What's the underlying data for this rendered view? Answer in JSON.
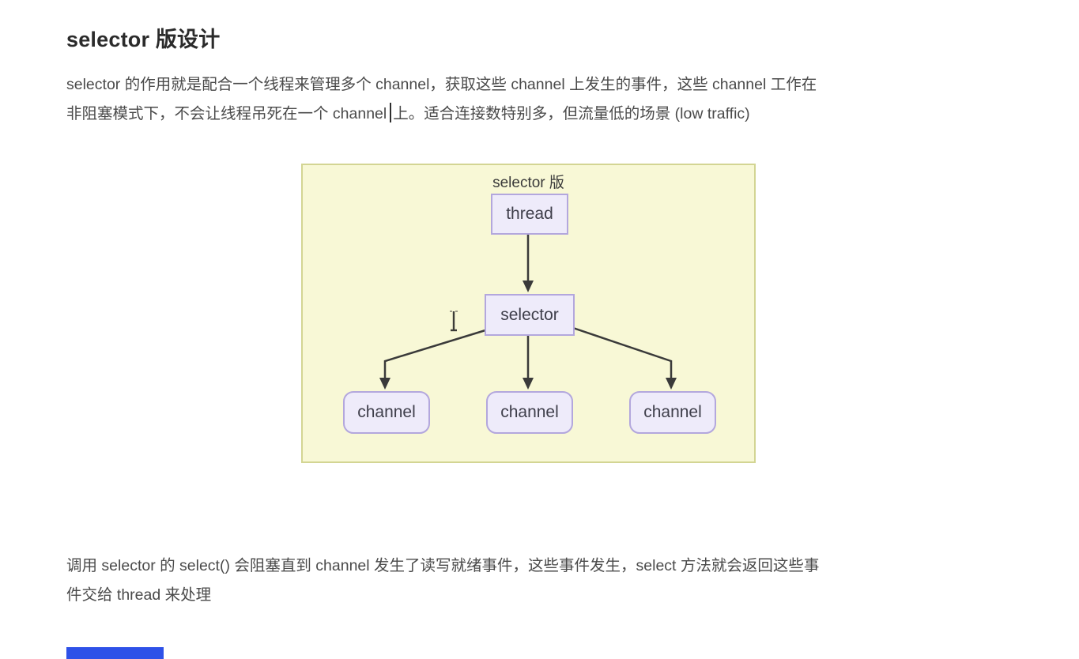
{
  "page": {
    "title": "selector 版设计",
    "paragraph1": {
      "line1": "selector 的作用就是配合一个线程来管理多个 channel，获取这些 channel 上发生的事件，这些 channel 工作在",
      "line2_before_caret": "非阻塞模式下，不会让线程吊死在一个 channel",
      "line2_after_caret": "上。适合连接数特别多，但流量低的场景 (low traffic)"
    },
    "paragraph2": {
      "line1": "调用 selector 的 select() 会阻塞直到 channel 发生了读写就绪事件，这些事件发生，select 方法就会返回这些事",
      "line2": "件交给 thread 来处理"
    }
  },
  "diagram": {
    "title": "selector 版",
    "thread_label": "thread",
    "selector_label": "selector",
    "channel_labels": [
      "channel",
      "channel",
      "channel"
    ],
    "colors": {
      "panel_bg": "#f8f8d6",
      "panel_border": "#d3d593",
      "node_bg": "#eeebfa",
      "node_border": "#b3a7dd",
      "arrow": "#3a3a3a",
      "node_text": "#3e3e4a"
    }
  },
  "footer": {
    "accent_bar_color": "#2e51e8"
  }
}
